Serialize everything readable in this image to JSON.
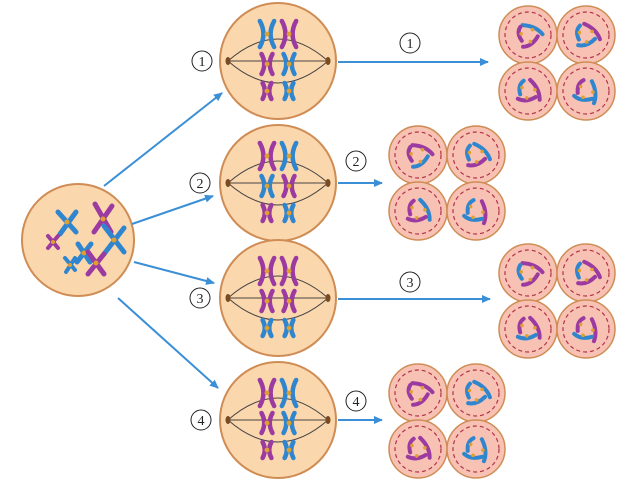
{
  "colors": {
    "cell_fill": "#fbd7ad",
    "cell_stroke": "#cf8d55",
    "daughter_fill": "#f7c2b3",
    "daughter_stroke": "#cf8d55",
    "nucleus_stroke": "#b3324a",
    "arrow": "#3b8fd6",
    "chrom_purple": "#9b3aa0",
    "chrom_blue": "#2f86cf",
    "centromere": "#e0a030",
    "spindle": "#444444"
  },
  "icons": {
    "arrow": "arrow-right-icon",
    "chromosome": "chromosome-icon"
  },
  "labels": {
    "row1_mid": "1",
    "row1_arrow": "1",
    "row2_mid": "2",
    "row2_arrow": "2",
    "row3_mid": "3",
    "row3_arrow": "3",
    "row4_mid": "4",
    "row4_arrow": "4"
  },
  "pathways": [
    {
      "id": 1,
      "top_row": [
        "blue",
        "purple"
      ],
      "mid_row": [
        "purple",
        "blue"
      ],
      "bot_row": [
        "purple",
        "blue"
      ]
    },
    {
      "id": 2,
      "top_row": [
        "purple",
        "blue"
      ],
      "mid_row": [
        "blue",
        "purple"
      ],
      "bot_row": [
        "purple",
        "blue"
      ]
    },
    {
      "id": 3,
      "top_row": [
        "purple",
        "purple"
      ],
      "mid_row": [
        "purple",
        "purple"
      ],
      "bot_row": [
        "blue",
        "blue"
      ]
    },
    {
      "id": 4,
      "top_row": [
        "purple",
        "blue"
      ],
      "mid_row": [
        "purple",
        "blue"
      ],
      "bot_row": [
        "purple",
        "blue"
      ]
    }
  ]
}
